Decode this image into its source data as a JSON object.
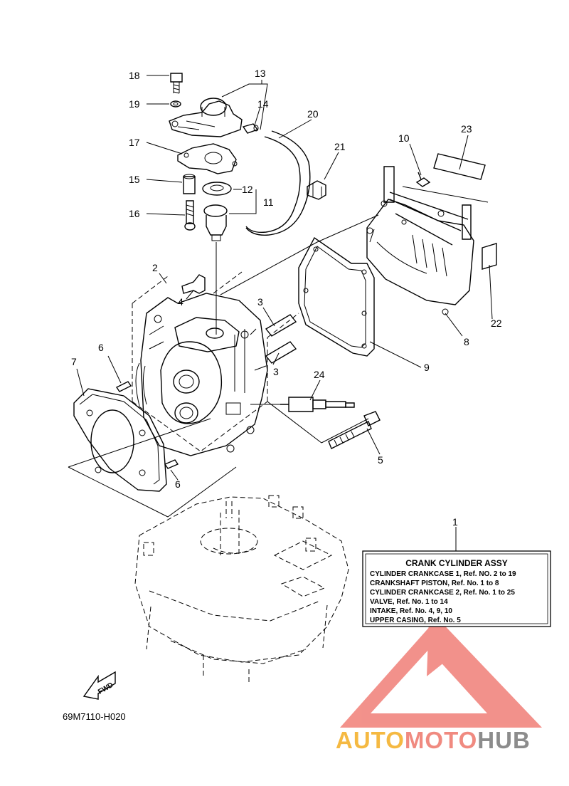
{
  "diagram": {
    "part_numbers": [
      {
        "id": "18",
        "text": "18"
      },
      {
        "id": "13",
        "text": "13"
      },
      {
        "id": "19",
        "text": "19"
      },
      {
        "id": "14",
        "text": "14"
      },
      {
        "id": "20",
        "text": "20"
      },
      {
        "id": "17",
        "text": "17"
      },
      {
        "id": "10",
        "text": "10"
      },
      {
        "id": "23",
        "text": "23"
      },
      {
        "id": "21",
        "text": "21"
      },
      {
        "id": "15",
        "text": "15"
      },
      {
        "id": "12",
        "text": "12"
      },
      {
        "id": "11",
        "text": "11"
      },
      {
        "id": "16",
        "text": "16"
      },
      {
        "id": "2",
        "text": "2"
      },
      {
        "id": "4",
        "text": "4"
      },
      {
        "id": "3a",
        "text": "3"
      },
      {
        "id": "22",
        "text": "22"
      },
      {
        "id": "8",
        "text": "8"
      },
      {
        "id": "6a",
        "text": "6"
      },
      {
        "id": "7",
        "text": "7"
      },
      {
        "id": "9",
        "text": "9"
      },
      {
        "id": "3b",
        "text": "3"
      },
      {
        "id": "24",
        "text": "24"
      },
      {
        "id": "5",
        "text": "5"
      },
      {
        "id": "6b",
        "text": "6"
      },
      {
        "id": "1",
        "text": "1"
      }
    ],
    "info_box": {
      "title": "CRANK CYLINDER ASSY",
      "lines": [
        "CYLINDER CRANKCASE 1,  Ref. NO. 2 to 19",
        "CRANKSHAFT PISTON,  Ref. No. 1 to 8",
        "CYLINDER CRANKCASE 2,  Ref. No. 1 to 25",
        "VALVE,  Ref. No. 1 to 14",
        "INTAKE, Ref. No. 4, 9, 10",
        "UPPER CASING,  Ref. No. 5"
      ]
    },
    "fwd_label": "FWD",
    "diagram_code": "69M7110-H020"
  },
  "watermark": {
    "text_part1": "AUTO",
    "text_part2": "MOTO",
    "text_part3": "HUB",
    "color_part1": "#f5b942",
    "color_part2": "#f08a80",
    "color_part3": "#8c8c8c",
    "logo_color": "#f07a72"
  }
}
